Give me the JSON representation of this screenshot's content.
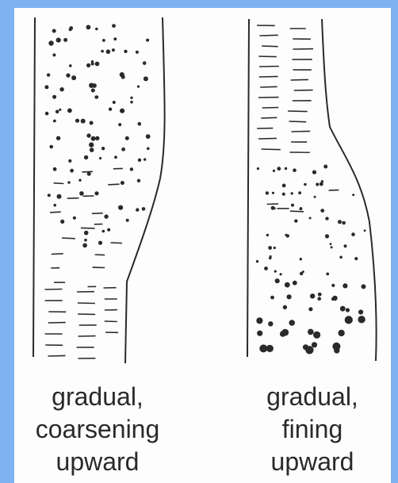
{
  "figure": {
    "panels": [
      {
        "id": "coarsening",
        "caption": [
          "gradual,",
          "coarsening",
          "upward"
        ],
        "trend": "grain size increases upward: fine dashes (mud) at base, dots (sand) toward top"
      },
      {
        "id": "fining",
        "caption": [
          "gradual,",
          "fining",
          "upward"
        ],
        "trend": "grain size decreases upward: large dots (coarse) at base, dashes (mud) at top"
      }
    ],
    "colors": {
      "background": "#7fb2f0",
      "paper": "#fdfdfd",
      "ink": "#2a2a2a"
    }
  }
}
